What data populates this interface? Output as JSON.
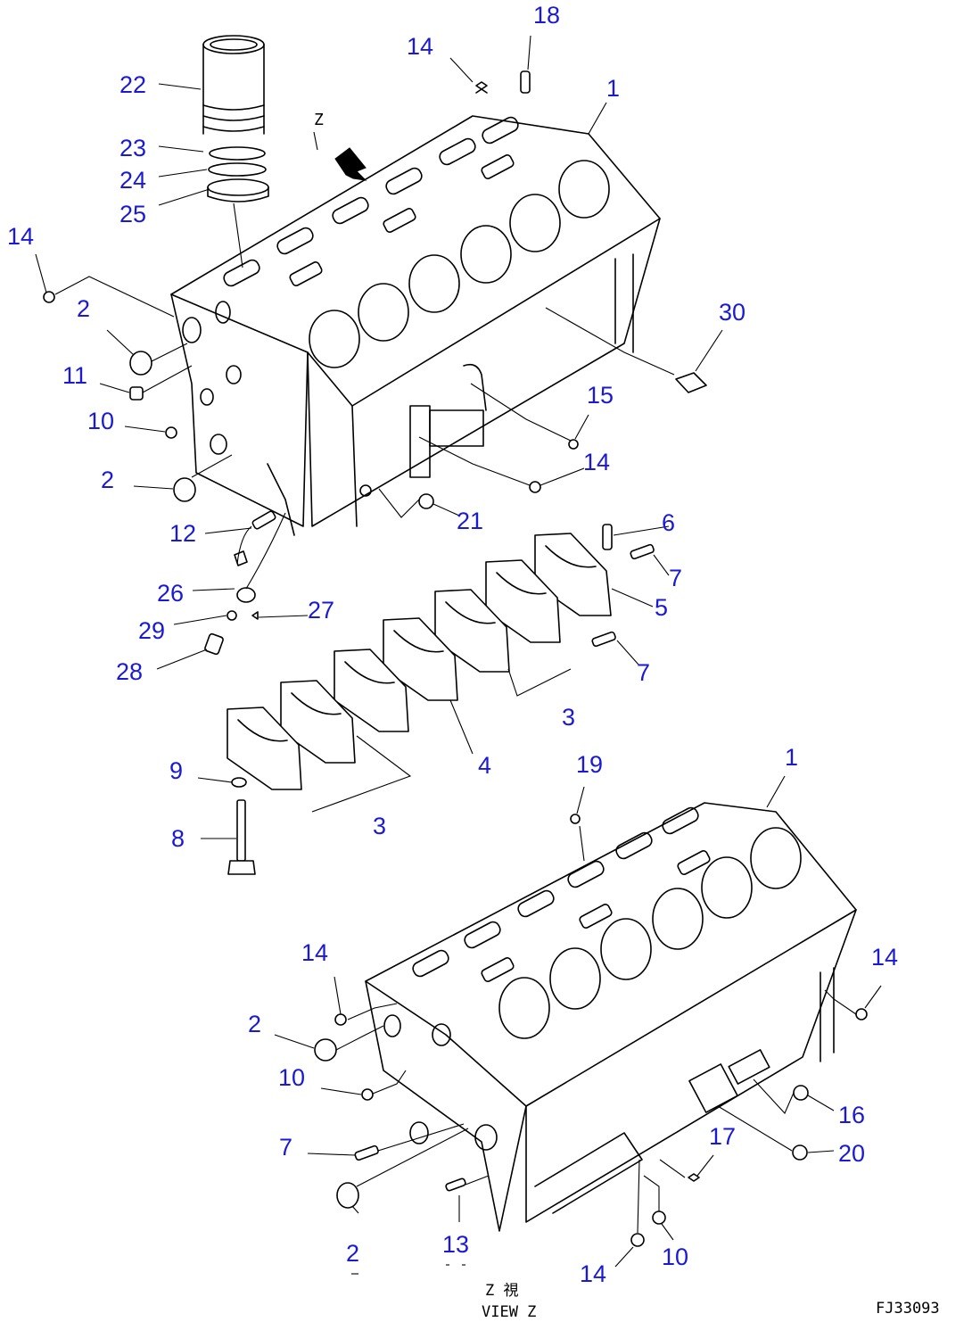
{
  "drawing_code": "FJ33093",
  "view_label_glyphs": "Z 視",
  "view_caption": "VIEW Z",
  "view_marker": "Z",
  "callouts": [
    {
      "id": "c1",
      "text": "22"
    },
    {
      "id": "c2",
      "text": "23"
    },
    {
      "id": "c3",
      "text": "24"
    },
    {
      "id": "c4",
      "text": "25"
    },
    {
      "id": "c5",
      "text": "14"
    },
    {
      "id": "c6",
      "text": "18"
    },
    {
      "id": "c7",
      "text": "1"
    },
    {
      "id": "c8",
      "text": "14"
    },
    {
      "id": "c9",
      "text": "2"
    },
    {
      "id": "c10",
      "text": "11"
    },
    {
      "id": "c11",
      "text": "10"
    },
    {
      "id": "c12",
      "text": "2"
    },
    {
      "id": "c13",
      "text": "30"
    },
    {
      "id": "c14",
      "text": "15"
    },
    {
      "id": "c15",
      "text": "14"
    },
    {
      "id": "c16",
      "text": "12"
    },
    {
      "id": "c17",
      "text": "21"
    },
    {
      "id": "c18",
      "text": "6"
    },
    {
      "id": "c19",
      "text": "7"
    },
    {
      "id": "c20",
      "text": "5"
    },
    {
      "id": "c21",
      "text": "26"
    },
    {
      "id": "c22",
      "text": "27"
    },
    {
      "id": "c23",
      "text": "29"
    },
    {
      "id": "c24",
      "text": "28"
    },
    {
      "id": "c25",
      "text": "7"
    },
    {
      "id": "c26",
      "text": "3"
    },
    {
      "id": "c27",
      "text": "4"
    },
    {
      "id": "c28",
      "text": "19"
    },
    {
      "id": "c29",
      "text": "1"
    },
    {
      "id": "c30",
      "text": "9"
    },
    {
      "id": "c31",
      "text": "3"
    },
    {
      "id": "c32",
      "text": "8"
    },
    {
      "id": "c33",
      "text": "14"
    },
    {
      "id": "c34",
      "text": "14"
    },
    {
      "id": "c35",
      "text": "2"
    },
    {
      "id": "c36",
      "text": "10"
    },
    {
      "id": "c37",
      "text": "16"
    },
    {
      "id": "c38",
      "text": "7"
    },
    {
      "id": "c39",
      "text": "17"
    },
    {
      "id": "c40",
      "text": "20"
    },
    {
      "id": "c41",
      "text": "13"
    },
    {
      "id": "c42",
      "text": "2"
    },
    {
      "id": "c43",
      "text": "14"
    },
    {
      "id": "c44",
      "text": "10"
    }
  ],
  "colors": {
    "callout": "#1a1ad6",
    "line": "#000000",
    "background": "#ffffff"
  }
}
